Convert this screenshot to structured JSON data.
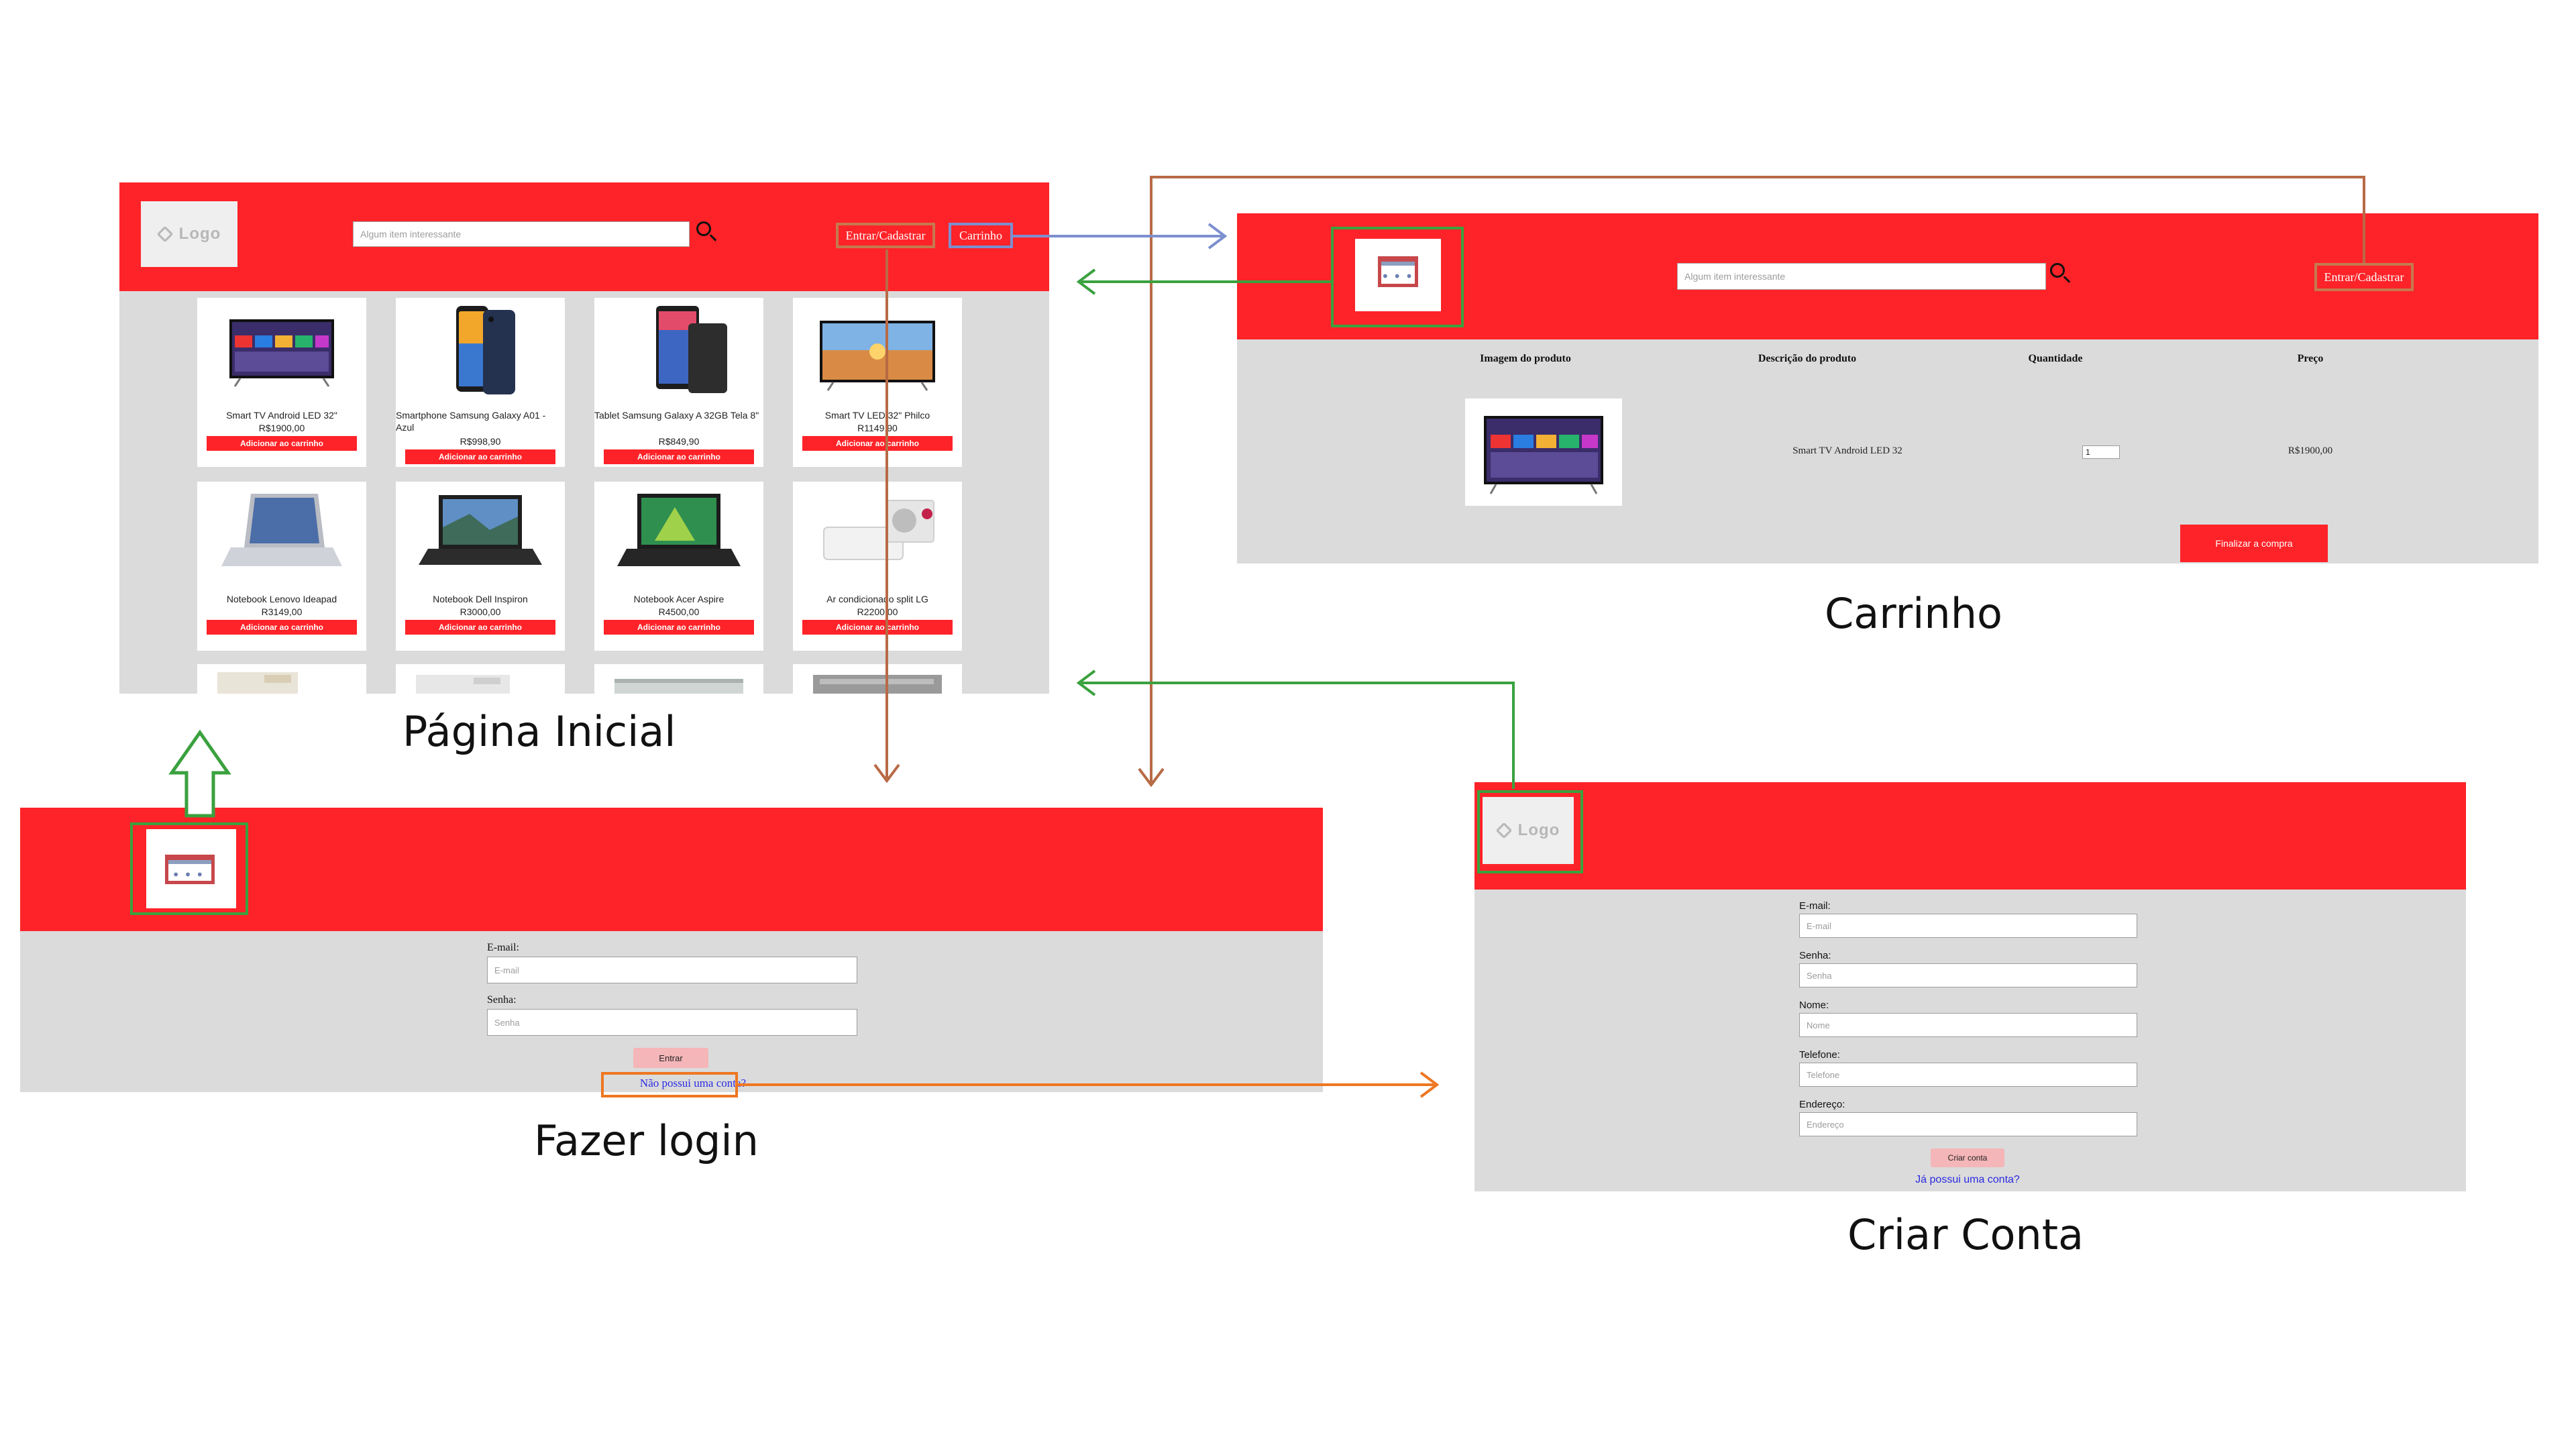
{
  "captions": {
    "home": "Página Inicial",
    "cart": "Carrinho",
    "login": "Fazer login",
    "signup": "Criar Conta"
  },
  "colors": {
    "header_red": "#fe2328",
    "body_gray": "#dbdbdb",
    "arrow_brown": "#b86a45",
    "arrow_blue": "#7c8fcf",
    "arrow_green": "#3aa13e",
    "arrow_orange": "#ee7722"
  },
  "home": {
    "logo_text": "Logo",
    "search_placeholder": "Algum item interessante",
    "login_link": "Entrar/Cadastrar",
    "cart_link": "Carrinho",
    "add_to_cart_label": "Adicionar ao carrinho",
    "products": [
      {
        "name": "Smart TV Android LED 32\"",
        "price": "R$1900,00",
        "kind": "tv"
      },
      {
        "name": "Smartphone Samsung Galaxy A01 - Azul",
        "price": "R$998,90",
        "kind": "phone"
      },
      {
        "name": "Tablet Samsung Galaxy A 32GB Tela 8\"",
        "price": "R$849,90",
        "kind": "tablet"
      },
      {
        "name": "Smart TV LED 32\" Philco",
        "price": "R1149,90",
        "kind": "tv2"
      },
      {
        "name": "Notebook Lenovo Ideapad",
        "price": "R3149,00",
        "kind": "laptop"
      },
      {
        "name": "Notebook Dell Inspiron",
        "price": "R3000,00",
        "kind": "laptop2"
      },
      {
        "name": "Notebook Acer Aspire",
        "price": "R4500,00",
        "kind": "laptop3"
      },
      {
        "name": "Ar condicionado split LG",
        "price": "R2200,00",
        "kind": "ac"
      }
    ]
  },
  "cart": {
    "search_placeholder": "Algum item interessante",
    "login_link": "Entrar/Cadastrar",
    "columns": [
      "Imagem do produto",
      "Descrição do produto",
      "Quantidade",
      "Preço"
    ],
    "row": {
      "description": "Smart TV Android LED 32",
      "quantity": "1",
      "price": "R$1900,00"
    },
    "checkout_label": "Finalizar a compra"
  },
  "login": {
    "email_label": "E-mail:",
    "email_placeholder": "E-mail",
    "password_label": "Senha:",
    "password_placeholder": "Senha",
    "submit_label": "Entrar",
    "signup_link": "Não possui uma conta?"
  },
  "signup": {
    "logo_text": "Logo",
    "fields": [
      {
        "label": "E-mail:",
        "placeholder": "E-mail"
      },
      {
        "label": "Senha:",
        "placeholder": "Senha"
      },
      {
        "label": "Nome:",
        "placeholder": "Nome"
      },
      {
        "label": "Telefone:",
        "placeholder": "Telefone"
      },
      {
        "label": "Endereço:",
        "placeholder": "Endereço"
      }
    ],
    "submit_label": "Criar conta",
    "login_link": "Já possui uma conta?"
  }
}
